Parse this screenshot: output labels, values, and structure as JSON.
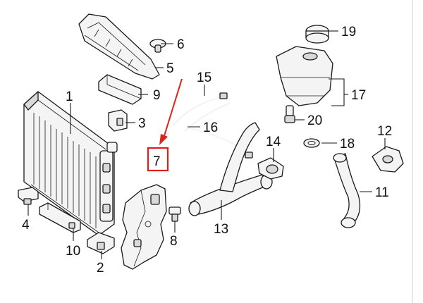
{
  "highlight_color": "#e0201a",
  "highlighted_part": "7",
  "callouts": {
    "c1": "1",
    "c2": "2",
    "c3": "3",
    "c4": "4",
    "c5": "5",
    "c6": "6",
    "c7": "7",
    "c8": "8",
    "c9": "9",
    "c10": "10",
    "c11": "11",
    "c12": "12",
    "c13": "13",
    "c14": "14",
    "c15": "15",
    "c16": "16",
    "c17": "17",
    "c18": "18",
    "c19": "19",
    "c20": "20"
  }
}
